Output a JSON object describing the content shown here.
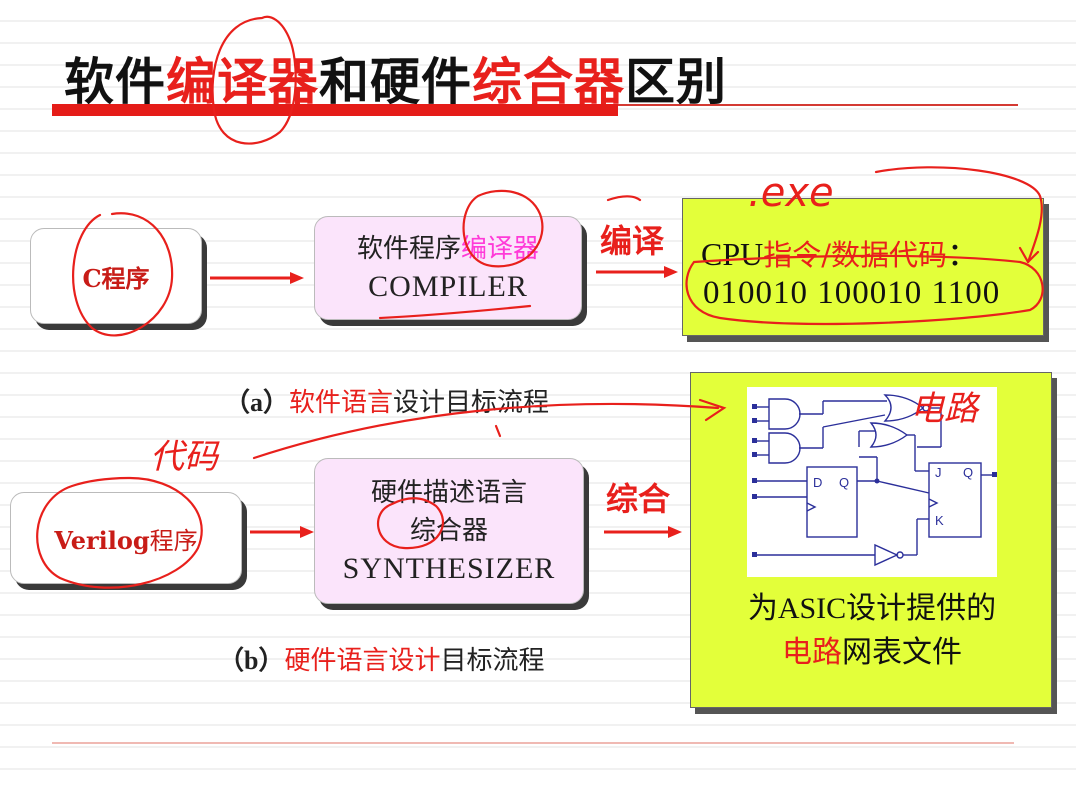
{
  "title": {
    "part1": "软件",
    "part2": "编译器",
    "part3": "和硬件",
    "part4": "综合器",
    "part5": "区别"
  },
  "row_a": {
    "source": "C程序",
    "compiler_cn_plain": "软件程序",
    "compiler_cn_highlight": "编译器",
    "compiler_en": "COMPILER",
    "arrow_word": "编译",
    "output_prefix": "CPU",
    "output_cn": "指令/数据代码",
    "output_colon": "：",
    "output_bits": "010010 100010 1100",
    "caption_label": "（a）",
    "caption_red": "软件语言",
    "caption_black": "设计目标流程"
  },
  "row_b": {
    "source_en": "Verilog",
    "source_cn": "程序",
    "synth_cn_line1": "硬件描述语言",
    "synth_cn_line2": "综合器",
    "synth_en": "SYNTHESIZER",
    "arrow_word": "综合",
    "netlist_line1_prefix": "为",
    "netlist_line1_asic": "ASIC",
    "netlist_line1_suffix": "设计提供的",
    "netlist_line2_red": "电路",
    "netlist_line2_black": "网表文件",
    "caption_label": "（b）",
    "caption_red": "硬件语言设计",
    "caption_black": "目标流程"
  },
  "circuit": {
    "ff1_d": "D",
    "ff1_q": "Q",
    "ff2_j": "J",
    "ff2_q": "Q",
    "ff2_k": "K"
  },
  "annotations": {
    "exe": ".exe",
    "code": "代码",
    "circuit": "电路"
  },
  "colors": {
    "accent_red": "#e8201c",
    "highlight_magenta": "#ff3ad8",
    "output_box": "#e3ff3a",
    "tool_box": "#fbe4fb"
  }
}
